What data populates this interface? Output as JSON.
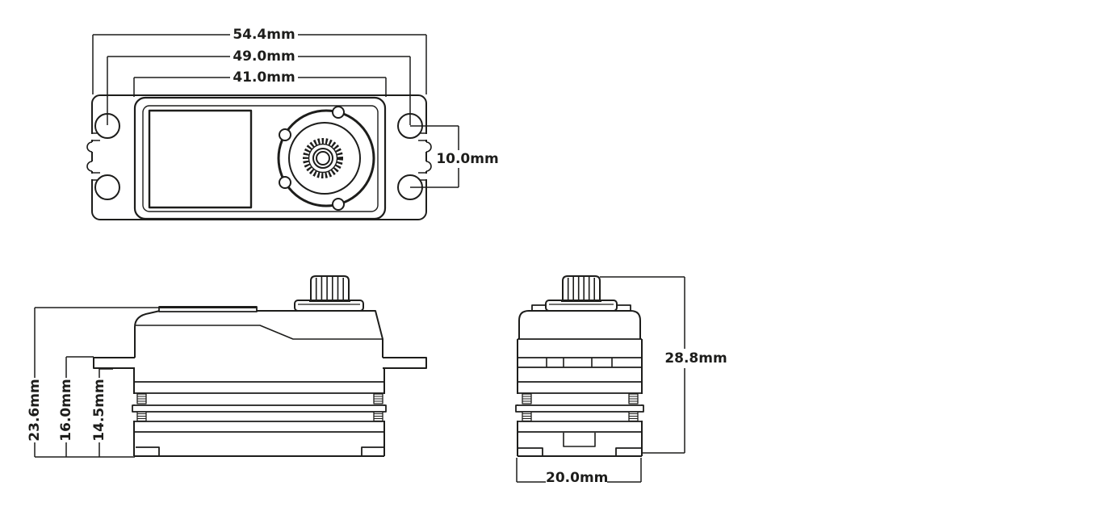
{
  "page": {
    "background": "#ffffff",
    "line_color": "#1d1d1b",
    "units": "mm",
    "subject": "servo dimension drawing"
  },
  "views": {
    "top": {
      "dims": {
        "overall": "54.4mm",
        "hole_span": "49.0mm",
        "body": "41.0mm",
        "hole_pitch": "10.0mm"
      }
    },
    "side": {
      "dims": {
        "overall_height": "23.6mm",
        "flange_top": "16.0mm",
        "flange_bottom": "14.5mm"
      }
    },
    "front": {
      "dims": {
        "height": "28.8mm",
        "width": "20.0mm"
      }
    }
  }
}
